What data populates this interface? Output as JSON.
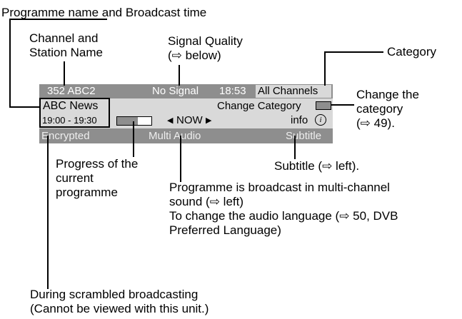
{
  "osd": {
    "channel": "352 ABC2",
    "signal": "No Signal",
    "time": "18:53",
    "category": "All Channels",
    "programme_name": "ABC News",
    "programme_time": "19:00 - 19:30",
    "change_category": "Change Category",
    "now": "NOW",
    "info": "info",
    "encrypted": "Encrypted",
    "multi_audio": "Multi Audio",
    "subtitle": "Subtitle",
    "progress": 0.6
  },
  "annotations": {
    "programme_name_time": "Programme name and Broadcast time",
    "channel_station_1": "Channel and",
    "channel_station_2": "Station Name",
    "signal_quality_1": "Signal Quality",
    "signal_quality_2": "(⇨ below)",
    "category": "Category",
    "change_category_1": "Change the",
    "change_category_2": "category",
    "change_category_3": "(⇨ 49).",
    "progress_1": "Progress of the",
    "progress_2": "current",
    "progress_3": "programme",
    "subtitle": "Subtitle (⇨ left).",
    "multi_audio_1": "Programme is broadcast in multi-channel",
    "multi_audio_2": "sound (⇨ left)",
    "multi_audio_3": "To change the audio language (⇨ 50, DVB",
    "multi_audio_4": "Preferred Language)",
    "scrambled_1": "During scrambled broadcasting",
    "scrambled_2": "(Cannot be viewed with this unit.)"
  }
}
